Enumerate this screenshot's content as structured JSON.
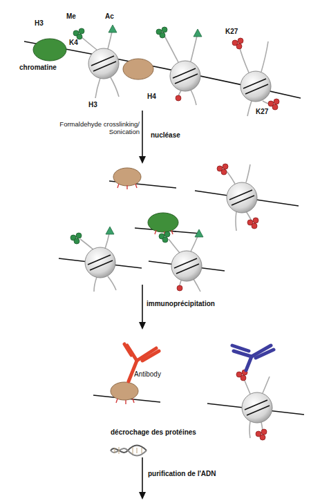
{
  "diagram": {
    "labels": [
      "H3",
      "Me",
      "Ac",
      "K4",
      "chromatine",
      "H4",
      "H3",
      "K27",
      "K27",
      "Formaldehyde crosslinking/ Sonication",
      "nucléase",
      "immunoprécipitation",
      "Antibody",
      "décrochage des protéines",
      "purification de l'ADN"
    ]
  }
}
